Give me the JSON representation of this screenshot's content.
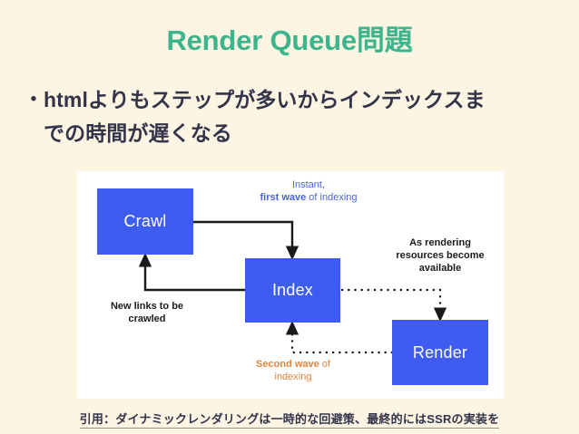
{
  "slide": {
    "title": "Render Queue問題",
    "background_color": "#FCF5E3",
    "title_color": "#3DB58C",
    "body_text_color": "#33334A"
  },
  "bullets": [
    {
      "marker": "•",
      "line1": "htmlよりもステップが多いからインデックスま",
      "line2": "での時間が遅くなる"
    }
  ],
  "diagram": {
    "frame_background": "#FFFFFF",
    "node_color": "#3F5CF0",
    "node_text_color": "#FFFFFF",
    "nodes": [
      {
        "id": "crawl",
        "label": "Crawl"
      },
      {
        "id": "index",
        "label": "Index"
      },
      {
        "id": "render",
        "label": "Render"
      }
    ],
    "labels": {
      "first_wave": {
        "line1": "Instant,",
        "strong": "first wave",
        "rest": " of indexing",
        "color": "#4A63D8"
      },
      "new_links": {
        "line1": "New links to be",
        "line2": "crawled",
        "color": "#1B1B1B"
      },
      "as_rendering": {
        "line1": "As rendering",
        "line2": "resources become",
        "line3": "available",
        "color": "#1B1B1B"
      },
      "second_wave": {
        "strong": "Second wave",
        "rest": " of",
        "line2": "indexing",
        "color": "#E0853C"
      }
    },
    "edges": [
      {
        "from": "crawl",
        "to": "index",
        "style": "solid"
      },
      {
        "from": "index",
        "to": "crawl",
        "style": "solid"
      },
      {
        "from": "index",
        "to": "render",
        "style": "dotted"
      },
      {
        "from": "render",
        "to": "index",
        "style": "dotted"
      }
    ]
  },
  "caption": {
    "text": "引用：ダイナミックレンダリングは一時的な回避策、最終的にはSSRの実装を"
  }
}
